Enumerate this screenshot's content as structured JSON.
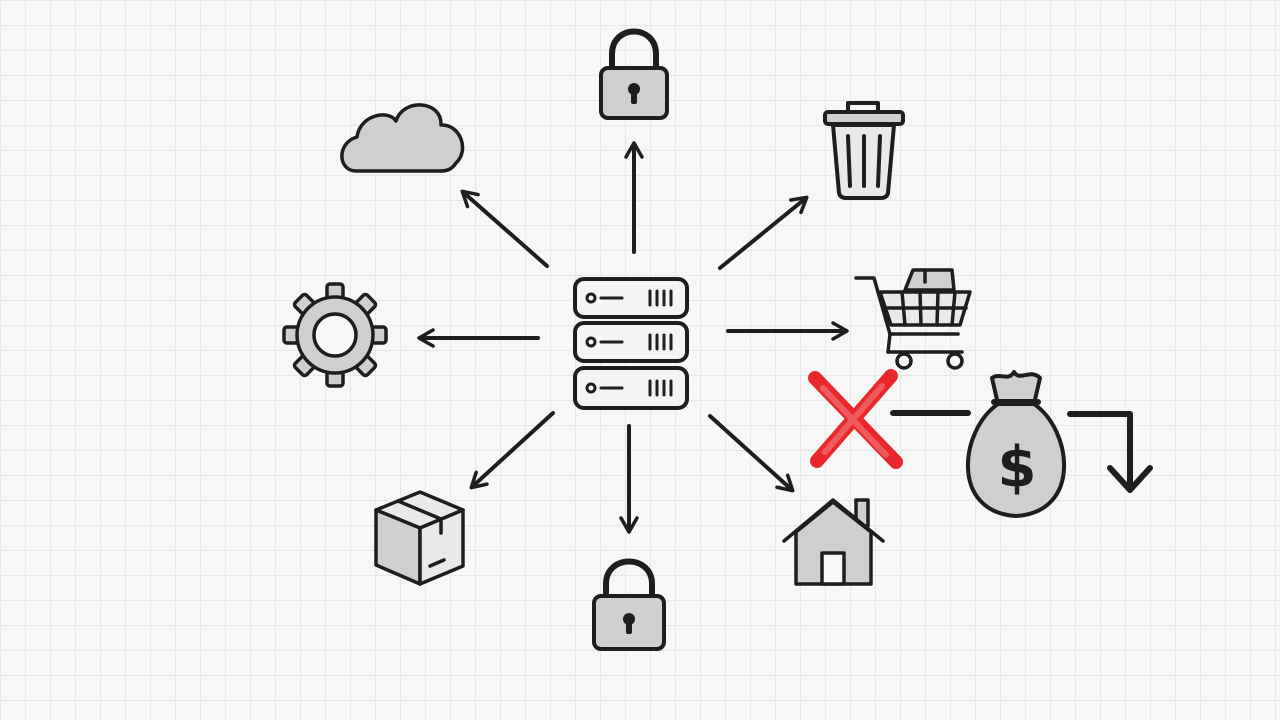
{
  "diagram": {
    "colors": {
      "ink": "#1e1e1e",
      "icon_fill": "#cfcfcf",
      "grid": "#e7e7e7",
      "background": "#f7f7f7",
      "blocked_mark": "#e8282b"
    },
    "center": {
      "icon": "server-stack-icon"
    },
    "connections": [
      {
        "target": "lock-icon",
        "direction": "up"
      },
      {
        "target": "cloud-icon",
        "direction": "up-left"
      },
      {
        "target": "trash-can-icon",
        "direction": "up-right"
      },
      {
        "target": "gear-icon",
        "direction": "left"
      },
      {
        "target": "shopping-cart-icon",
        "direction": "right"
      },
      {
        "target": "cardboard-box-icon",
        "direction": "down-left"
      },
      {
        "target": "lock-icon",
        "direction": "down"
      },
      {
        "target": "house-icon",
        "direction": "down-right"
      }
    ],
    "side_flow": [
      "red-x-icon",
      "money-bag-icon",
      "down-arrow"
    ],
    "money_symbol": "$"
  }
}
